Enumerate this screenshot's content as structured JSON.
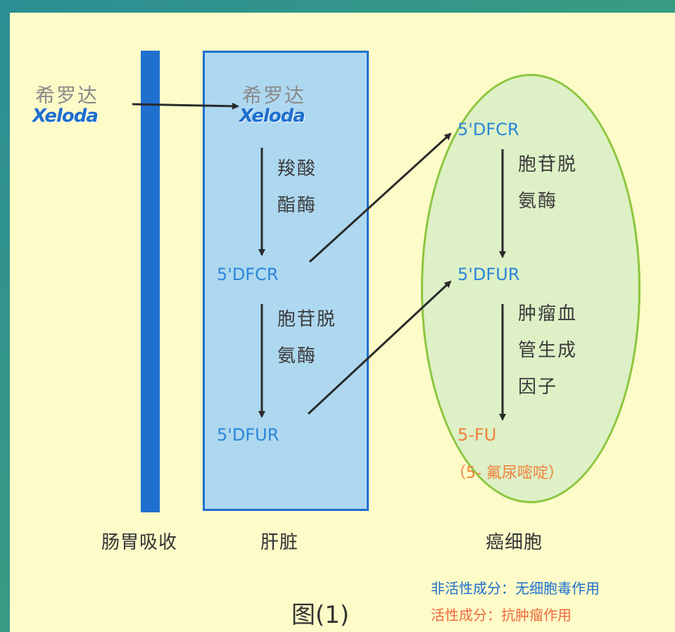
{
  "drug": {
    "name_cn": "希罗达",
    "name_en": "Xeloda"
  },
  "liver": {
    "enzyme1": [
      "羧酸",
      "酯酶"
    ],
    "intermediate1": "5'DFCR",
    "enzyme2": [
      "胞苷脱",
      "氨酶"
    ],
    "intermediate2": "5'DFUR"
  },
  "cell": {
    "entry1": "5'DFCR",
    "enzyme1": [
      "胞苷脱",
      "氨酶"
    ],
    "entry2": "5'DFUR",
    "enzyme2": [
      "肿瘤血",
      "管生成",
      "因子"
    ],
    "product": "5-FU",
    "product_cn": "（5- 氟尿嘧啶）"
  },
  "regions": {
    "gut": "肠胃吸收",
    "liver": "肝脏",
    "cancer_cell": "癌细胞"
  },
  "caption": "图(1)",
  "legend": {
    "inactive": "非活性成分：无细胞毒作用",
    "active": "活性成分：抗肿瘤作用"
  },
  "colors": {
    "blue": "#1f6fce",
    "liver_fill": "#aed8f0",
    "cell_border": "#8cc63e",
    "cell_fill": "#ddf0c6",
    "active_orange": "#f0803a",
    "background": "#fdfbc8"
  }
}
